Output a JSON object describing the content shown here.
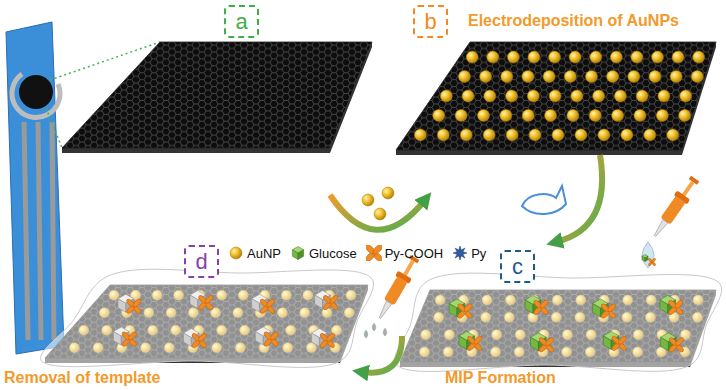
{
  "diagram": {
    "nodes": [
      {
        "text": [
          "a"
        ]
      },
      {
        "text": [
          "b"
        ]
      },
      {
        "text": [
          "c"
        ]
      },
      {
        "text": [
          "d"
        ]
      }
    ],
    "labels": [
      "Electrodeposition of AuNPs",
      "MIP Formation",
      "Removal of template"
    ],
    "legend": [
      {
        "text": "AuNP"
      },
      {
        "text": "Glucose"
      },
      {
        "text": "Py-COOH"
      },
      {
        "text": "Py"
      }
    ]
  }
}
